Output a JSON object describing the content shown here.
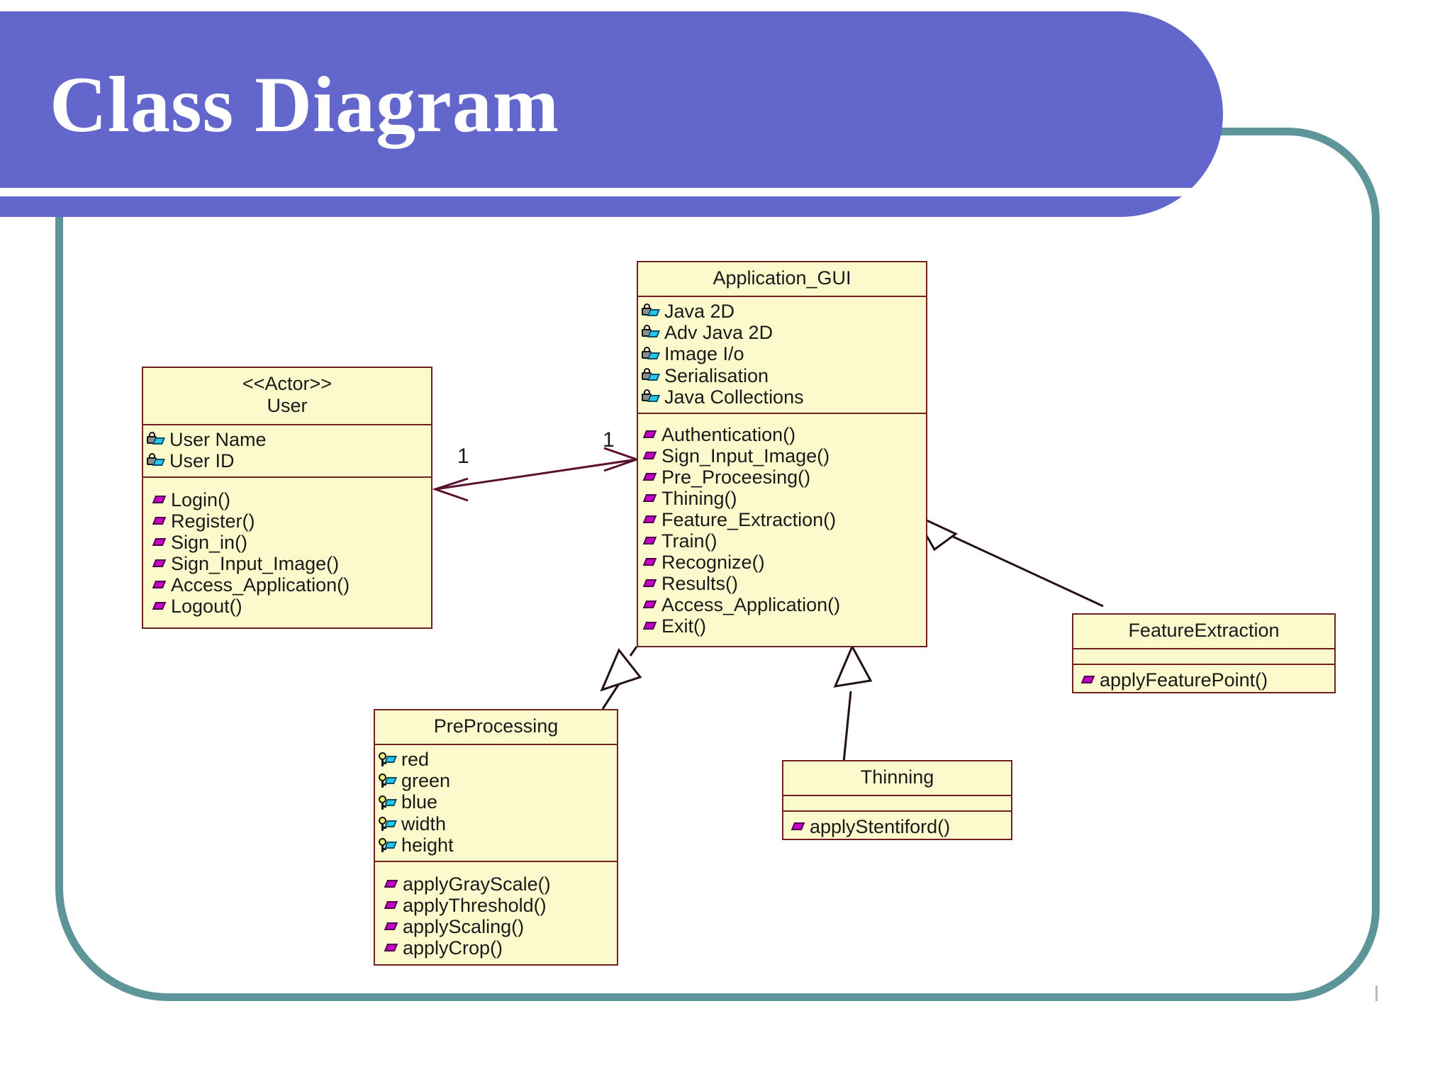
{
  "slide": {
    "title": "Class Diagram",
    "banner_color": "#6366cb",
    "frame_color": "#5e9599",
    "class_fill": "#fcfacd",
    "class_border": "#6e2222",
    "method_icon_color": "#c400c4",
    "attribute_icon_color": "#22c6ef"
  },
  "diagram": {
    "type": "uml-class-diagram",
    "classes": [
      {
        "id": "user",
        "stereotype": "<<Actor>>",
        "name": "User",
        "attributes": [
          {
            "name": "User Name",
            "icon": "private-attribute-icon"
          },
          {
            "name": "User ID",
            "icon": "private-attribute-icon"
          }
        ],
        "methods": [
          {
            "name": "Login()",
            "icon": "method-icon"
          },
          {
            "name": "Register()",
            "icon": "method-icon"
          },
          {
            "name": "Sign_in()",
            "icon": "method-icon"
          },
          {
            "name": "Sign_Input_Image()",
            "icon": "method-icon"
          },
          {
            "name": "Access_Application()",
            "icon": "method-icon"
          },
          {
            "name": "Logout()",
            "icon": "method-icon"
          }
        ]
      },
      {
        "id": "application_gui",
        "stereotype": "",
        "name": "Application_GUI",
        "attributes": [
          {
            "name": "Java 2D",
            "icon": "private-attribute-icon"
          },
          {
            "name": "Adv Java 2D",
            "icon": "private-attribute-icon"
          },
          {
            "name": "Image I/o",
            "icon": "private-attribute-icon"
          },
          {
            "name": "Serialisation",
            "icon": "private-attribute-icon"
          },
          {
            "name": "Java Collections",
            "icon": "private-attribute-icon"
          }
        ],
        "methods": [
          {
            "name": "Authentication()",
            "icon": "method-icon"
          },
          {
            "name": "Sign_Input_Image()",
            "icon": "method-icon"
          },
          {
            "name": "Pre_Proceesing()",
            "icon": "method-icon"
          },
          {
            "name": "Thining()",
            "icon": "method-icon"
          },
          {
            "name": "Feature_Extraction()",
            "icon": "method-icon"
          },
          {
            "name": "Train()",
            "icon": "method-icon"
          },
          {
            "name": "Recognize()",
            "icon": "method-icon"
          },
          {
            "name": "Results()",
            "icon": "method-icon"
          },
          {
            "name": "Access_Application()",
            "icon": "method-icon"
          },
          {
            "name": "Exit()",
            "icon": "method-icon"
          }
        ]
      },
      {
        "id": "preprocessing",
        "stereotype": "",
        "name": "PreProcessing",
        "attributes": [
          {
            "name": "red",
            "icon": "public-attribute-icon"
          },
          {
            "name": "green",
            "icon": "public-attribute-icon"
          },
          {
            "name": "blue",
            "icon": "public-attribute-icon"
          },
          {
            "name": "width",
            "icon": "public-attribute-icon"
          },
          {
            "name": "height",
            "icon": "public-attribute-icon"
          }
        ],
        "methods": [
          {
            "name": "applyGrayScale()",
            "icon": "method-icon"
          },
          {
            "name": "applyThreshold()",
            "icon": "method-icon"
          },
          {
            "name": "applyScaling()",
            "icon": "method-icon"
          },
          {
            "name": "applyCrop()",
            "icon": "method-icon"
          }
        ]
      },
      {
        "id": "thinning",
        "stereotype": "",
        "name": "Thinning",
        "attributes": [],
        "methods": [
          {
            "name": "applyStentiford()",
            "icon": "method-icon"
          }
        ]
      },
      {
        "id": "featureextraction",
        "stereotype": "",
        "name": "FeatureExtraction",
        "attributes": [],
        "methods": [
          {
            "name": "applyFeaturePoint()",
            "icon": "method-icon"
          }
        ]
      }
    ],
    "relationships": [
      {
        "type": "association",
        "from": "user",
        "to": "application_gui",
        "from_multiplicity": "1",
        "to_multiplicity": "1",
        "arrowheads": "both"
      },
      {
        "type": "generalization",
        "from": "preprocessing",
        "to": "application_gui"
      },
      {
        "type": "generalization",
        "from": "thinning",
        "to": "application_gui"
      },
      {
        "type": "generalization",
        "from": "featureextraction",
        "to": "application_gui"
      }
    ],
    "multiplicity_labels": [
      {
        "value": "1",
        "side": "left"
      },
      {
        "value": "1",
        "side": "right"
      }
    ]
  }
}
